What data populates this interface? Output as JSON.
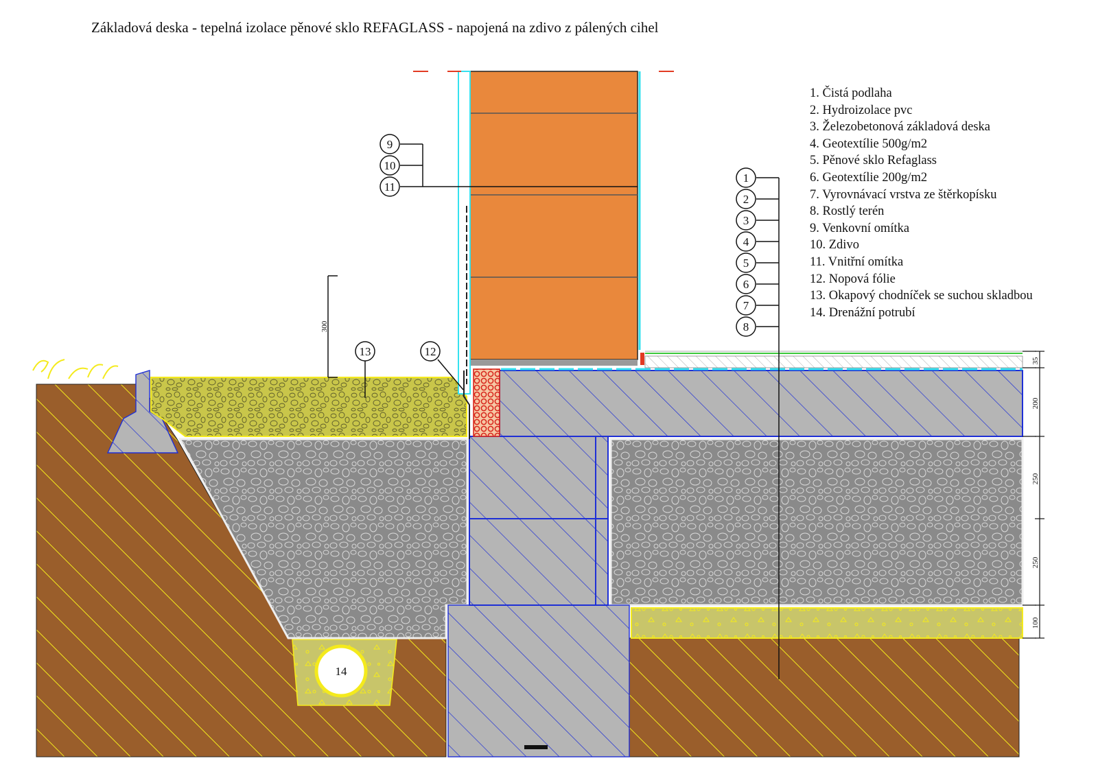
{
  "title": "Základová deska - tepelná izolace pěnové sklo REFAGLASS - napojená na zdivo z pálených cihel",
  "legend": [
    "1. Čistá podlaha",
    "2. Hydroizolace pvc",
    "3. Železobetonová základová deska",
    "4. Geotextílie 500g/m2",
    "5. Pěnové sklo Refaglass",
    "6. Geotextílie 200g/m2",
    "7. Vyrovnávací vrstva ze štěrkopísku",
    "8. Rostlý terén",
    "9. Venkovní omítka",
    "10. Zdivo",
    "11. Vnitřní omítka",
    "12. Nopová fólie",
    "13. Okapový chodníček se suchou skladbou",
    "14. Drenážní potrubí"
  ],
  "callouts": {
    "c1": "1",
    "c2": "2",
    "c3": "3",
    "c4": "4",
    "c5": "5",
    "c6": "6",
    "c7": "7",
    "c8": "8",
    "c9": "9",
    "c10": "10",
    "c11": "11",
    "c12": "12",
    "c13": "13",
    "c14": "14"
  },
  "dimensions": {
    "d35": "35",
    "d200": "200",
    "d250a": "250",
    "d250b": "250",
    "d100": "100",
    "d300": "300"
  },
  "colors": {
    "brick": "#e9883c",
    "soil": "#9a5e2b",
    "hatch_yellow": "#f4ea1c",
    "concrete": "#b5b5b5",
    "rebar_blue": "#1e2fd6",
    "gravel_fill": "#8a8a8a",
    "gravel_light": "#cfcc5a",
    "insulation_cyan": "#35e1ef",
    "plinth_red": "#e23a22"
  }
}
